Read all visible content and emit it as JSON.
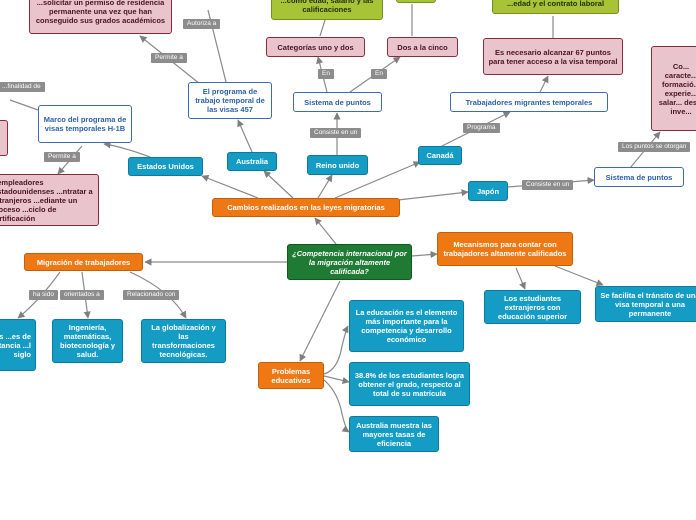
{
  "nodes": {
    "central": "¿Competencia internacional por la migración altamente calificada?",
    "cambios": "Cambios realizados en las leyes migratorias",
    "mecanismos": "Mecanismos para contar con trabajadores altamente calificados",
    "migracion": "Migración de trabajadores",
    "problemas": "Problemas educativos",
    "estados_unidos": "Estados Unidos",
    "australia": "Australia",
    "reino_unido": "Reino unido",
    "canada": "Canadá",
    "japon": "Japón",
    "marco_h1b": "Marco del programa de visas temporales H-1B",
    "empleadores": "...empleadores ...stadounidenses ...ntratar a extranjeros ...ediante un proceso ...ciclo de certificación",
    "pink_left_edge": "",
    "permiso_top": "...solicitar un permiso de residencia permanente una vez que han conseguido sus grados académicos",
    "programa_457": "El programa de trabajo temporal de las visas 457",
    "sistema_puntos_ru": "Sistema de puntos",
    "categorias": "Categorías uno y dos",
    "dos_cinco": "Dos a la cinco",
    "edad_salario": "...como edad, salario y las calificaciones",
    "trabajadores_temp": "Trabajadores migrantes temporales",
    "necesario_67": "Es necesario alcanzar 67 puntos para tener acceso a la visa temporal",
    "edad_contrato": "...edad y el contrato laboral",
    "sistema_puntos_jp": "Sistema de puntos",
    "japan_pink": "Co... caracte... formació... experie... salar... des... inve...",
    "estudiantes": "Los estudiantes extranjeros con educación superior",
    "transito": "Se facilita el tránsito de una visa temporal a una permanente",
    "flujos": "...lujos ...es de ...tancia ...l siglo",
    "ingenieria": "Ingeniería, matemáticas, biotecnología y salud.",
    "globalizacion": "La globalización y las transformaciones tecnológicas.",
    "educacion_elemento": "La educación es el elemento más importante para la competencia y desarrollo económico",
    "estudiantes_38": "38.8% de los estudiantes logra obtener el grado, respecto al total de su matrícula",
    "australia_tasas": "Australia muestra las mayores tasas de eficiencia"
  },
  "labels": {
    "finalidad": "...finalidad de",
    "permite_a_us": "Permite a",
    "autoriza_a": "Autoriza a",
    "permite_a_au": "Permite a",
    "consiste_en_ru": "Consiste en un",
    "en_1": "En",
    "en_2": "En",
    "programa": "Programa",
    "consiste_en_jp": "Consiste en un",
    "los_puntos": "Los puntos se otorgan",
    "ha_sido": "ha sido",
    "orientados_a": "orientados a",
    "relacionado_con": "Relacionado con"
  },
  "colors": {
    "central": "#1f7a34",
    "primary": "#ee7914",
    "country": "#149cc4",
    "outline": "#3a6db5",
    "detail_pink": "#e9c4cd",
    "detail_lime": "#a7c437",
    "link": "#7f7f7f",
    "link_label": "#8c8c8c"
  }
}
